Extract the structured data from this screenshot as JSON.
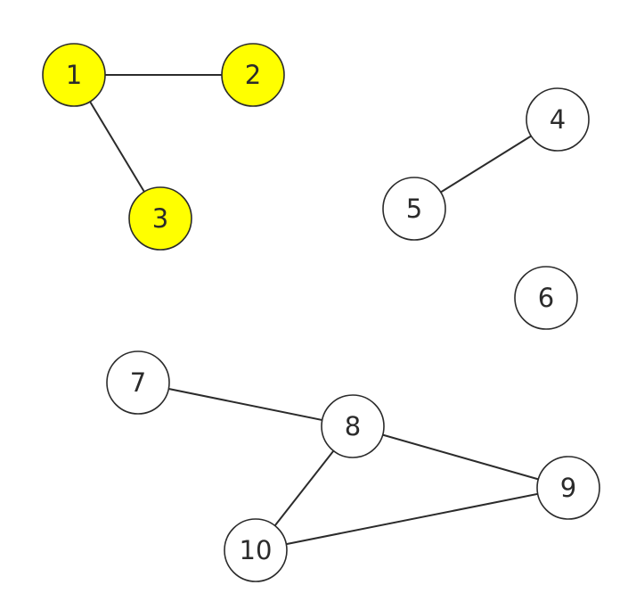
{
  "graph": {
    "default_fill": "#ffffff",
    "highlight_fill": "#ffff00",
    "stroke_color": "#2b2b2b",
    "nodes": [
      {
        "id": "1",
        "label": "1",
        "highlighted": true
      },
      {
        "id": "2",
        "label": "2",
        "highlighted": true
      },
      {
        "id": "3",
        "label": "3",
        "highlighted": true
      },
      {
        "id": "4",
        "label": "4",
        "highlighted": false
      },
      {
        "id": "5",
        "label": "5",
        "highlighted": false
      },
      {
        "id": "6",
        "label": "6",
        "highlighted": false
      },
      {
        "id": "7",
        "label": "7",
        "highlighted": false
      },
      {
        "id": "8",
        "label": "8",
        "highlighted": false
      },
      {
        "id": "9",
        "label": "9",
        "highlighted": false
      },
      {
        "id": "10",
        "label": "10",
        "highlighted": false
      }
    ],
    "edges": [
      {
        "from": "1",
        "to": "2"
      },
      {
        "from": "1",
        "to": "3"
      },
      {
        "from": "4",
        "to": "5"
      },
      {
        "from": "7",
        "to": "8"
      },
      {
        "from": "8",
        "to": "9"
      },
      {
        "from": "8",
        "to": "10"
      },
      {
        "from": "9",
        "to": "10"
      }
    ]
  }
}
